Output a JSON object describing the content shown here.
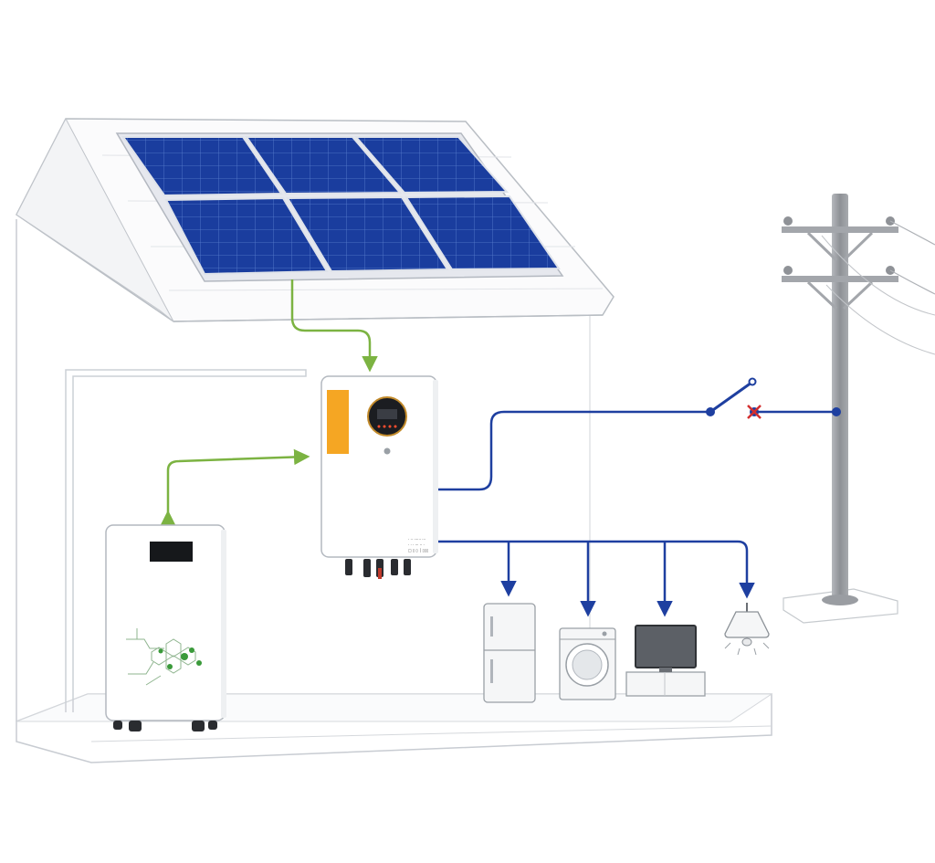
{
  "diagram": {
    "components": [
      {
        "id": "solar-array",
        "kind": "solar panel array",
        "panel_count": 6
      },
      {
        "id": "hybrid-inverter",
        "kind": "inverter",
        "label_lines": [
          "· ·· ······ ···",
          "· · · ··· ·· ·",
          "□ ▯ ▯ │ ▯▯▯"
        ]
      },
      {
        "id": "battery",
        "kind": "battery storage unit"
      },
      {
        "id": "utility-pole",
        "kind": "utility grid pole"
      },
      {
        "id": "grid-switch",
        "kind": "disconnect switch",
        "state": "open"
      },
      {
        "id": "refrigerator",
        "kind": "appliance load"
      },
      {
        "id": "washing-machine",
        "kind": "appliance load"
      },
      {
        "id": "television",
        "kind": "appliance load"
      },
      {
        "id": "ceiling-lamp",
        "kind": "appliance load"
      }
    ],
    "connections": [
      {
        "from": "solar-array",
        "to": "hybrid-inverter",
        "line": "dc",
        "direction": "forward"
      },
      {
        "from": "battery",
        "to": "hybrid-inverter",
        "line": "dc",
        "direction": "bidirectional"
      },
      {
        "from": "hybrid-inverter",
        "to": "utility-pole",
        "line": "ac",
        "via": "grid-switch"
      },
      {
        "from": "hybrid-inverter",
        "to": "refrigerator",
        "line": "ac",
        "direction": "forward"
      },
      {
        "from": "hybrid-inverter",
        "to": "washing-machine",
        "line": "ac",
        "direction": "forward"
      },
      {
        "from": "hybrid-inverter",
        "to": "television",
        "line": "ac",
        "direction": "forward"
      },
      {
        "from": "hybrid-inverter",
        "to": "ceiling-lamp",
        "line": "ac",
        "direction": "forward"
      }
    ],
    "colors": {
      "dc_line": "#7cb342",
      "ac_line": "#1e3fa0",
      "panel_cell": "#1a3d9e",
      "panel_frame": "#e6e8ee",
      "inverter_accent": "#f5a623",
      "battery_graphic": "#3a9a3a",
      "outline": "#9aa0a6",
      "pole": "#9a9ca0"
    },
    "icons": [
      "solar-panel-icon",
      "inverter-icon",
      "battery-icon",
      "utility-pole-icon",
      "switch-icon",
      "fridge-icon",
      "washer-icon",
      "tv-icon",
      "lamp-icon"
    ]
  }
}
